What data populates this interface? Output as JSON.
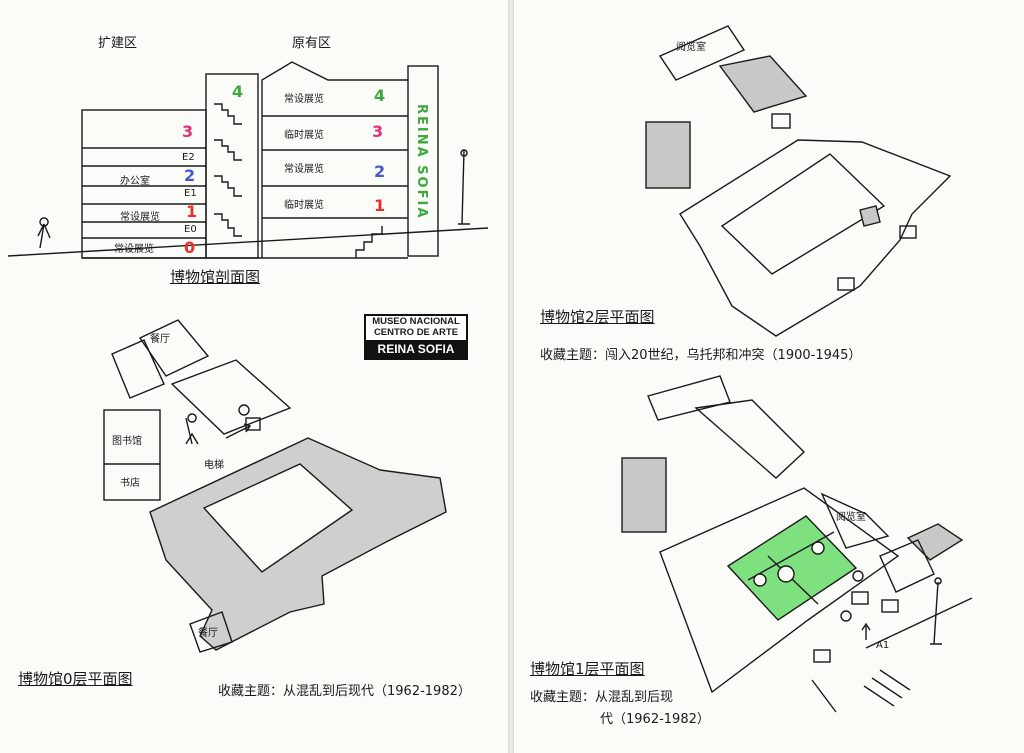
{
  "left": {
    "section": {
      "expansion_label": "扩建区",
      "original_label": "原有区",
      "title": "博物馆剖面图",
      "left_floors": [
        "3",
        "2",
        "1",
        "0"
      ],
      "left_floor_codes": [
        "E2",
        "E1",
        "E0"
      ],
      "left_rooms": [
        "办公室",
        "常设展览",
        "常设展览"
      ],
      "right_floors": [
        "4",
        "3",
        "2",
        "1"
      ],
      "right_rooms": [
        "常设展览",
        "临时展览",
        "常设展览",
        "临时展览"
      ],
      "building_sign": "REINA SOFIA"
    },
    "logo": {
      "line1": "MUSEO NACIONAL",
      "line2": "CENTRO DE ARTE",
      "line3": "REINA SOFIA"
    },
    "floor0": {
      "rooms": [
        "餐厅",
        "图书馆",
        "书店",
        "餐厅",
        "电梯"
      ],
      "title": "博物馆0层平面图",
      "theme": "收藏主题：从混乱到后现代（1962-1982）"
    }
  },
  "right": {
    "floor2": {
      "room": "阅览室",
      "title": "博物馆2层平面图",
      "theme": "收藏主题：闯入20世纪，乌托邦和冲突（1900-1945）"
    },
    "floor1": {
      "room": "阅览室",
      "title": "博物馆1层平面图",
      "theme_line1": "收藏主题：从混乱到后现",
      "theme_line2": "代（1962-1982）",
      "marker": "A1"
    }
  },
  "colors": {
    "paper": "#fbfbf8",
    "fill_gray": "#cfcfcf",
    "garden_green": "#7fe07f",
    "floor_pink": "#e0307a",
    "floor_green": "#3ea83e",
    "floor_blue": "#4a55c8",
    "floor_red": "#e8302a"
  }
}
